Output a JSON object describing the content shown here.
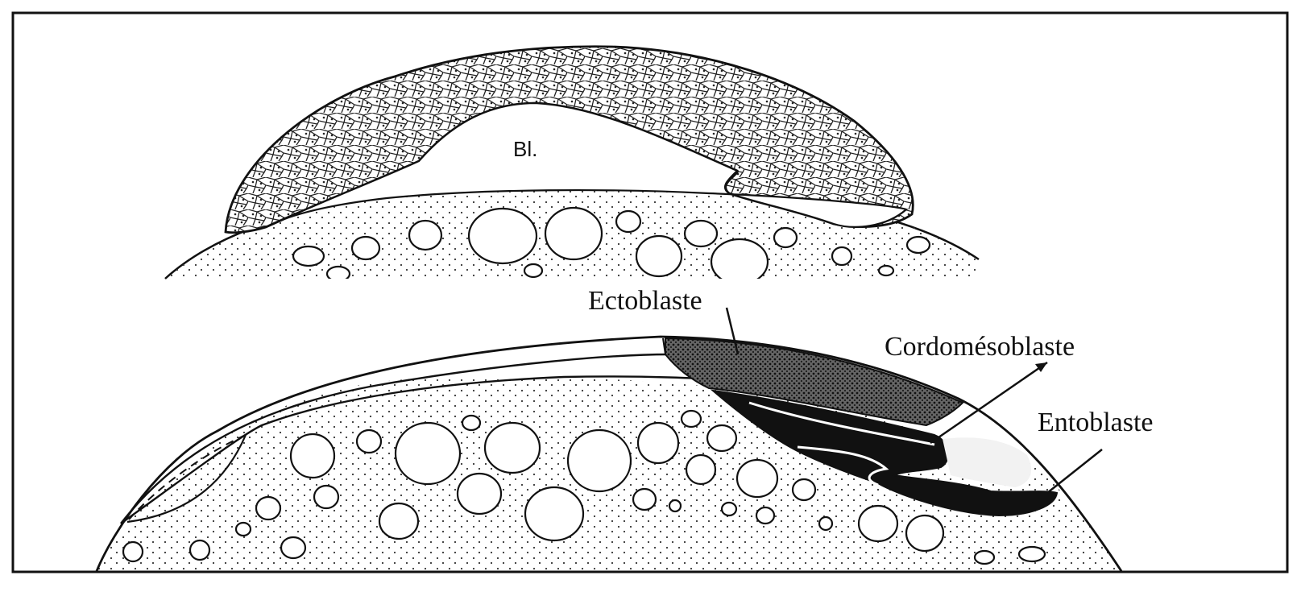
{
  "figure": {
    "top_section": {
      "cavity_label": "Bl."
    },
    "bottom_section": {
      "labels": {
        "ectoblaste": "Ectoblaste",
        "cordomesoblaste": "Cordomésoblaste",
        "entoblaste": "Entoblaste"
      }
    }
  },
  "colors": {
    "ink": "#111111",
    "paper": "#ffffff"
  }
}
